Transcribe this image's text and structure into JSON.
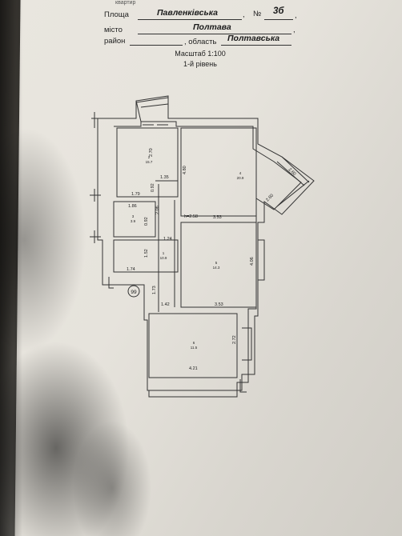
{
  "header": {
    "top_fragment": "квартир",
    "square_label": "Площа",
    "square_value": "Павленківська",
    "number_label": "№",
    "number_value": "3б",
    "city_label": "місто",
    "city_value": "Полтава",
    "district_label": "район",
    "oblast_label": ", область",
    "oblast_value": "Полтавська",
    "comma": ","
  },
  "scale_label": "Масштаб 1:100",
  "level_label": "1-й рівень",
  "plan": {
    "dimensions": [
      "2.70",
      "4.80",
      "2.60",
      "2.60",
      "1.35",
      "0.92",
      "1.79",
      "1.86",
      "0.92",
      "2.06",
      "h=2.58",
      "3.53",
      "1.24",
      "1.52",
      "4.06",
      "1.74",
      "1.73",
      "1.42",
      "3.53",
      "2.72",
      "4.21"
    ],
    "rooms": [
      {
        "num": "2",
        "area": "15.7"
      },
      {
        "num": "4",
        "area": "20.9"
      },
      {
        "num": "3",
        "area": "3.9"
      },
      {
        "num": "1",
        "area": "10.9"
      },
      {
        "num": "5",
        "area": "14.3"
      },
      {
        "num": "6",
        "area": "11.5"
      }
    ],
    "marker": "99"
  }
}
